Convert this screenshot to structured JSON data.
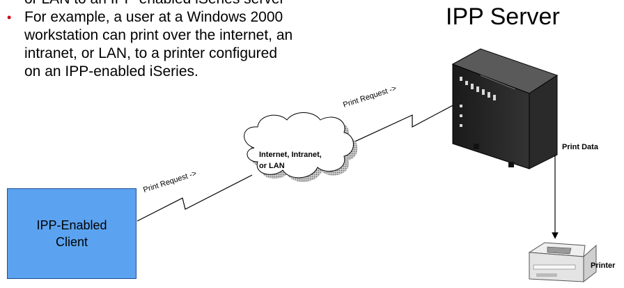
{
  "bullets": {
    "line1": "or LAN to an IPP-enabled iSeries server",
    "line2": "For example, a user at a Windows 2000",
    "line3": "workstation can print over the internet, an",
    "line4": "intranet, or LAN, to a printer configured",
    "line5": "on an IPP-enabled iSeries."
  },
  "server_title": "IPP Server",
  "cloud": {
    "line1": "Internet, Intranet,",
    "line2": "or LAN"
  },
  "client": {
    "line1": "IPP-Enabled",
    "line2": "Client"
  },
  "request_label": "Print Request ->",
  "print_data_label": "Print Data",
  "printer_label": "Printer",
  "colors": {
    "bullet": "#d0021b",
    "client_fill": "#5ba3f0",
    "client_border": "#1c4f96"
  }
}
